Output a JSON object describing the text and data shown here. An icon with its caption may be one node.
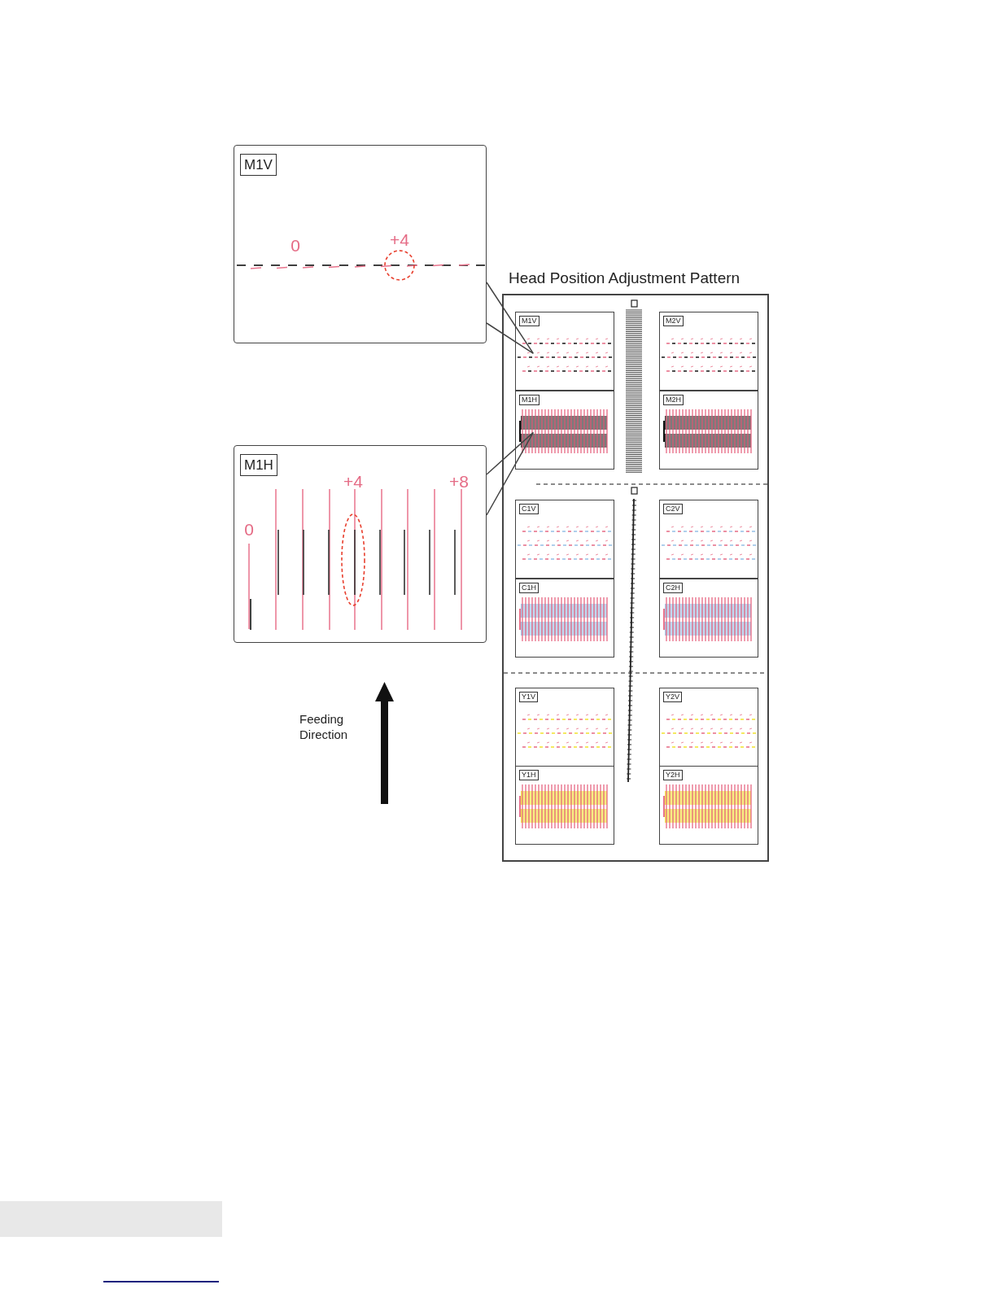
{
  "diagram": {
    "nodes": [
      {
        "text": [
          "M1V",
          "0",
          "+4"
        ]
      },
      {
        "text": [
          "M1H",
          "+4",
          "+8",
          "0"
        ]
      },
      {
        "text": [
          "Head Position Adjustment Pattern"
        ]
      },
      {
        "text": [
          "M1V"
        ],
        "in": 2
      },
      {
        "text": [
          "M2V"
        ],
        "in": 2
      },
      {
        "text": [
          "M1H"
        ],
        "in": 2
      },
      {
        "text": [
          "M2H"
        ],
        "in": 2
      },
      {
        "text": [
          "C1V"
        ],
        "in": 2
      },
      {
        "text": [
          "C2V"
        ],
        "in": 2
      },
      {
        "text": [
          "C1H"
        ],
        "in": 2
      },
      {
        "text": [
          "C2H"
        ],
        "in": 2
      },
      {
        "text": [
          "Y1V"
        ],
        "in": 2
      },
      {
        "text": [
          "Y2V"
        ],
        "in": 2
      },
      {
        "text": [
          "Y1H"
        ],
        "in": 2
      },
      {
        "text": [
          "Y2H"
        ],
        "in": 2
      }
    ],
    "edges": [
      {
        "from": 0,
        "to": 3,
        "arrow": "none"
      },
      {
        "from": 1,
        "to": 5,
        "arrow": "none"
      }
    ],
    "labels": [
      "Feeding Direction"
    ]
  }
}
